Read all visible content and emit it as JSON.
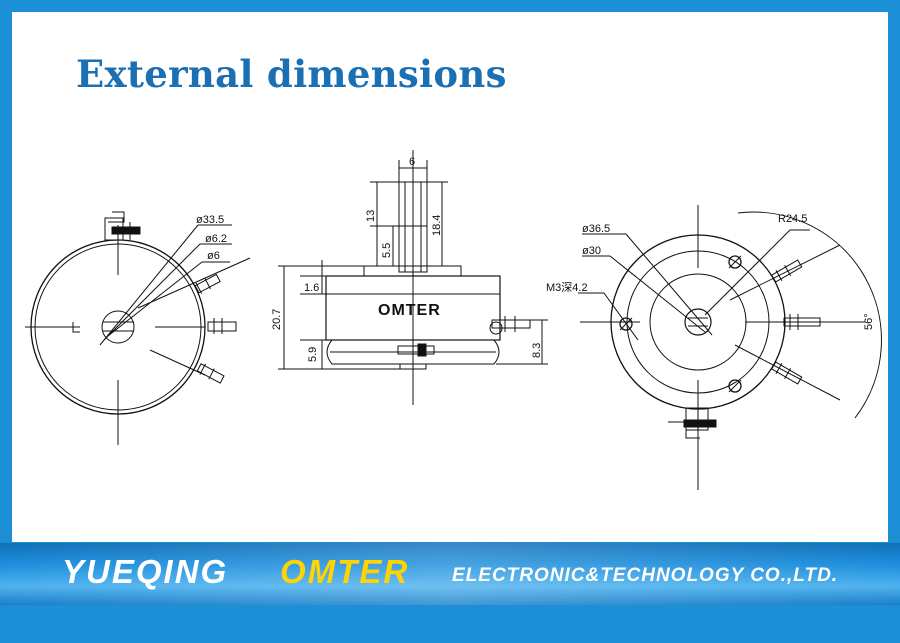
{
  "title": "External dimensions",
  "left_view": {
    "labels": [
      "ø33.5",
      "ø6.2",
      "ø6"
    ]
  },
  "front_view": {
    "brand": "OMTER",
    "labels": [
      "6",
      "13",
      "5.5",
      "18.4",
      "1.6",
      "20.7",
      "5.9",
      "8.3"
    ]
  },
  "right_view": {
    "labels": [
      "R24.5",
      "ø36.5",
      "ø30",
      "M3深4.2",
      "56°"
    ]
  },
  "banner": {
    "name": "YUEQING",
    "brand": "OMTER",
    "tagline": "ELECTRONIC&TECHNOLOGY CO.,LTD."
  },
  "colors": {
    "frame": "#1d8fd6",
    "title": "#1b6fb3",
    "brand_yellow": "#ffd400"
  }
}
